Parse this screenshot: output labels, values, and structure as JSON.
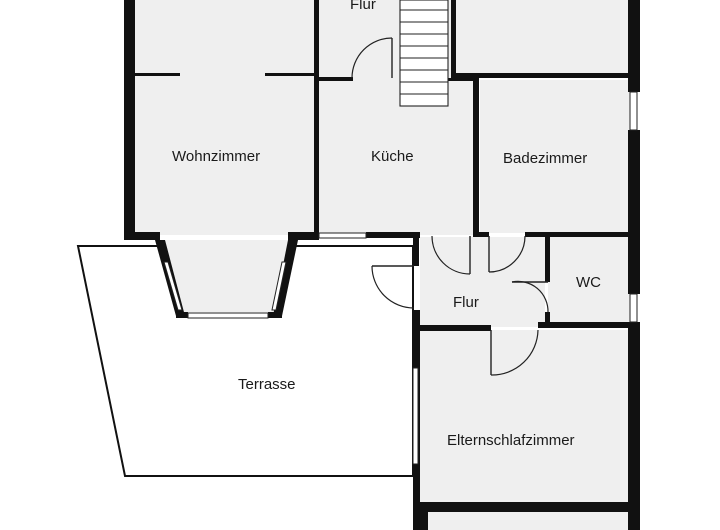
{
  "plan": {
    "rooms": {
      "flur_top": "Flur",
      "wohnzimmer": "Wohnzimmer",
      "kueche": "Küche",
      "badezimmer": "Badezimmer",
      "wc": "WC",
      "flur_mid": "Flur",
      "terrasse": "Terrasse",
      "elternschlafzimmer": "Elternschlafzimmer"
    }
  }
}
